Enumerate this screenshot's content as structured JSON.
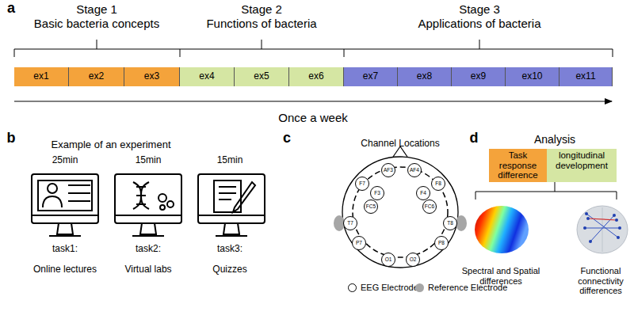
{
  "diagram": {
    "nodes": [
      {
        "text": [
          "ex1"
        ]
      },
      {
        "text": [
          "ex2"
        ]
      },
      {
        "text": [
          "ex3"
        ]
      },
      {
        "text": [
          "ex4"
        ]
      },
      {
        "text": [
          "ex5"
        ]
      },
      {
        "text": [
          "ex6"
        ]
      },
      {
        "text": [
          "ex7"
        ]
      },
      {
        "text": [
          "ex8"
        ]
      },
      {
        "text": [
          "ex9"
        ]
      },
      {
        "text": [
          "ex10"
        ]
      },
      {
        "text": [
          "ex11"
        ]
      },
      {
        "text": [
          "AF3"
        ]
      },
      {
        "text": [
          "AF4"
        ]
      },
      {
        "text": [
          "F7"
        ]
      },
      {
        "text": [
          "F3"
        ]
      },
      {
        "text": [
          "F4"
        ]
      },
      {
        "text": [
          "F8"
        ]
      },
      {
        "text": [
          "FC5"
        ]
      },
      {
        "text": [
          "FC6"
        ]
      },
      {
        "text": [
          "T7"
        ]
      },
      {
        "text": [
          "T8"
        ]
      },
      {
        "text": [
          "P7"
        ]
      },
      {
        "text": [
          "P8"
        ]
      },
      {
        "text": [
          "O1"
        ]
      },
      {
        "text": [
          "O2"
        ]
      },
      {
        "text": [
          "Task response difference"
        ]
      },
      {
        "text": [
          "longitudinal development"
        ]
      }
    ],
    "labels": [
      "a",
      "Stage 1",
      "Basic bacteria concepts",
      "Stage 2",
      "Functions of bacteria",
      "Stage 3",
      "Applications of bacteria",
      "Once a week",
      "b",
      "Example of an experiment",
      "25min",
      "15min",
      "15min",
      "task1:",
      "Online lectures",
      "task2:",
      "Virtual labs",
      "task3:",
      "Quizzes",
      "c",
      "Channel Locations",
      "d",
      "Analysis",
      "Spectral and Spatial differences",
      "Functional connectivity differences"
    ],
    "legend": [
      {
        "text": "EEG Electrode"
      },
      {
        "text": "Reference Electrode",
        "color": "#a6a6a6"
      }
    ]
  }
}
